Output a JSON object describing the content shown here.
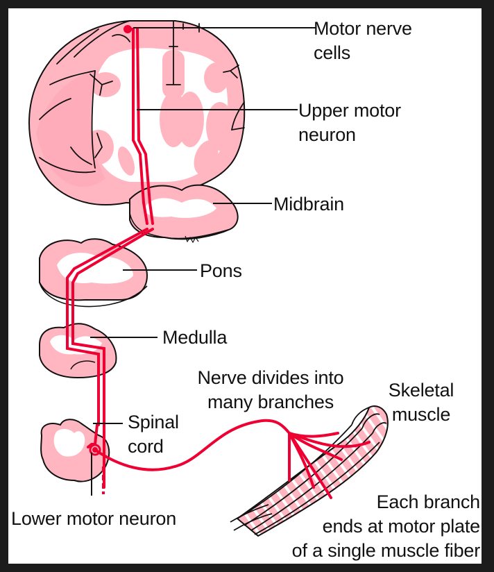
{
  "colors": {
    "tissue_pink": "#ffb6c1",
    "tissue_light": "#ffc8cf",
    "nerve_red": "#ee0033",
    "outline": "#111111",
    "background": "#ffffff",
    "frame": "#1c1c1c"
  },
  "labels": {
    "motor_nerve_cells": [
      "Motor nerve",
      "cells"
    ],
    "upper_motor_neuron": [
      "Upper motor",
      "neuron"
    ],
    "midbrain": "Midbrain",
    "pons": "Pons",
    "medulla": "Medulla",
    "spinal_cord": [
      "Spinal",
      "cord"
    ],
    "nerve_divides": [
      "Nerve divides into",
      "many branches"
    ],
    "skeletal_muscle": [
      "Skeletal",
      "muscle"
    ],
    "lower_motor_neuron": "Lower motor neuron",
    "each_branch": [
      "Each branch",
      "ends at motor plate",
      "of a single muscle fiber"
    ]
  }
}
